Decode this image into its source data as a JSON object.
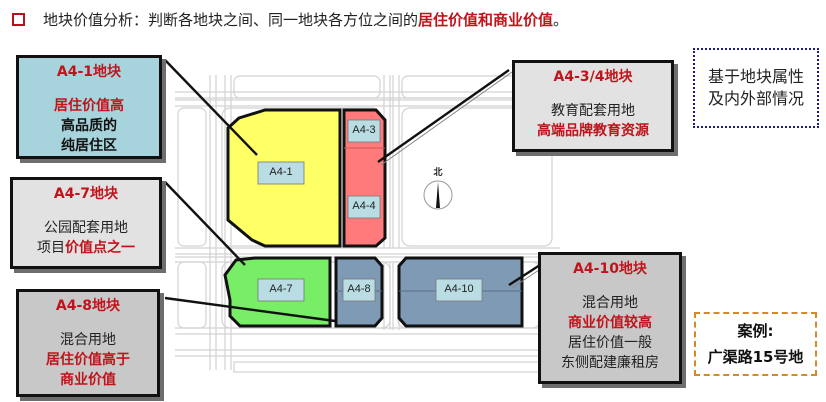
{
  "header": {
    "text_plain": "地块价值分析：判断各地块之间、同一地块各方位之间的",
    "text_highlight": "居住价值和商业价值",
    "text_end": "。"
  },
  "colors": {
    "accent_red": "#c0141c",
    "a4_1_fill": "#ffff66",
    "a4_3_4_fill": "#ff7b7b",
    "a4_7_fill": "#77ee66",
    "a4_8_10_fill": "#7f9ab5",
    "label_fill": "#b9dde3",
    "callout_blue": "#a7d3dc",
    "callout_gray_light": "#e2e2e2",
    "callout_gray": "#c8c8c8",
    "dotted_border": "#1a1a8c",
    "dashed_border": "#d58a2a"
  },
  "map": {
    "north_label": "北",
    "plots": [
      {
        "id": "A4-1",
        "label": "A4-1"
      },
      {
        "id": "A4-3",
        "label": "A4-3"
      },
      {
        "id": "A4-4",
        "label": "A4-4"
      },
      {
        "id": "A4-7",
        "label": "A4-7"
      },
      {
        "id": "A4-8",
        "label": "A4-8"
      },
      {
        "id": "A4-10",
        "label": "A4-10"
      }
    ]
  },
  "callouts": {
    "a4_1": {
      "title": "A4-1地块",
      "line1": "居住价值高",
      "line2": "高品质的",
      "line3": "纯居住区"
    },
    "a4_7": {
      "title": "A4-7地块",
      "line1": "公园配套用地",
      "line2_plain": "项目",
      "line2_red": "价值点之一"
    },
    "a4_8": {
      "title": "A4-8地块",
      "line1": "混合用地",
      "line2": "居住价值高于",
      "line3": "商业价值"
    },
    "a4_3_4": {
      "title": "A4-3/4地块",
      "line1": "教育配套用地",
      "line2": "高端品牌教育资源"
    },
    "a4_10": {
      "title": "A4-10地块",
      "line1": "混合用地",
      "line2_red": "商业价值",
      "line2_plain": "较高",
      "line3": "居住价值一般",
      "line4": "东侧配建廉租房"
    }
  },
  "notes": {
    "basis_line1": "基于地块属性",
    "basis_line2": "及内外部情况",
    "case_line1": "案例:",
    "case_line2": "广渠路15号地"
  }
}
